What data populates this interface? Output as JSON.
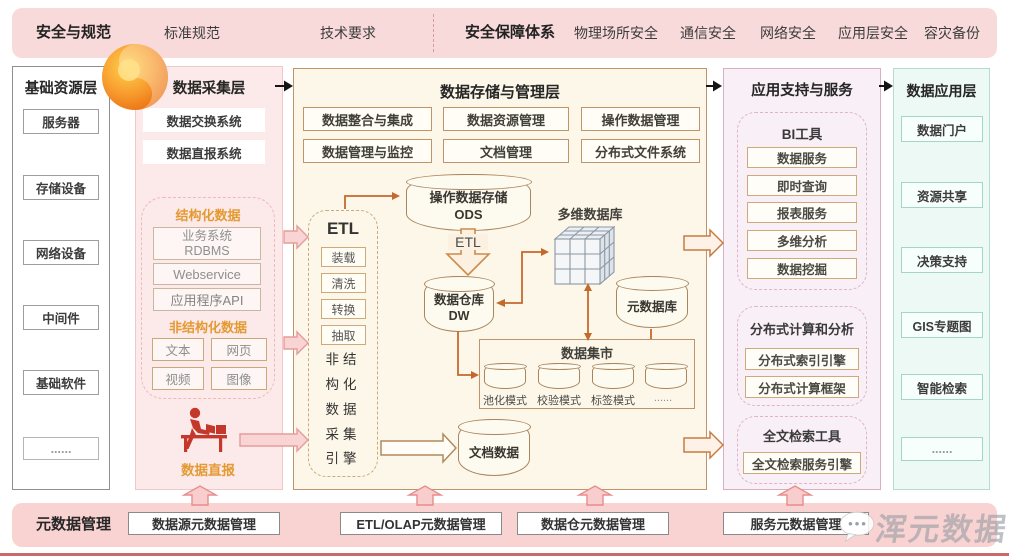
{
  "top_bar": {
    "title": "安全与规范",
    "std": "标准规范",
    "tech": "技术要求",
    "sec_title": "安全保障体系",
    "sec_items": [
      "物理场所安全",
      "通信安全",
      "网络安全",
      "应用层安全",
      "容灾备份"
    ]
  },
  "infra": {
    "title": "基础资源层",
    "items": [
      "服务器",
      "存储设备",
      "网络设备",
      "中间件",
      "基础软件",
      "......"
    ]
  },
  "collect": {
    "title": "数据采集层",
    "systems": [
      "数据交换系统",
      "数据直报系统"
    ],
    "structured": {
      "title": "结构化数据",
      "rdbms_line1": "业务系统",
      "rdbms_line2": "RDBMS",
      "webservice": "Webservice",
      "api": "应用程序API"
    },
    "unstructured": {
      "title": "非结构化数据",
      "items": [
        "文本",
        "网页",
        "视频",
        "图像"
      ]
    },
    "direct_report": "数据直报"
  },
  "storage": {
    "title": "数据存储与管理层",
    "mgmt": [
      "数据整合与集成",
      "数据资源管理",
      "操作数据管理",
      "数据管理与监控",
      "文档管理",
      "分布式文件系统"
    ],
    "etl": {
      "title": "ETL",
      "steps": [
        "装载",
        "清洗",
        "转换",
        "抽取"
      ],
      "engine": [
        "非结",
        "构化",
        "数据",
        "采集",
        "引擎"
      ]
    },
    "ods_line1": "操作数据存储",
    "ods_line2": "ODS",
    "etl_arrow": "ETL",
    "dw_line1": "数据仓库",
    "dw_line2": "DW",
    "multidim": "多维数据库",
    "metadb": "元数据库",
    "mart": {
      "title": "数据集市",
      "modes": [
        "池化模式",
        "校验模式",
        "标签模式",
        "......"
      ]
    },
    "docdata": "文档数据"
  },
  "services": {
    "title": "应用支持与服务",
    "bi": {
      "title": "BI工具",
      "items": [
        "数据服务",
        "即时查询",
        "报表服务",
        "多维分析",
        "数据挖掘"
      ]
    },
    "dist": {
      "title": "分布式计算和分析",
      "items": [
        "分布式索引引擎",
        "分布式计算框架"
      ]
    },
    "fulltext": {
      "title": "全文检索工具",
      "items": [
        "全文检索服务引擎"
      ]
    }
  },
  "apps": {
    "title": "数据应用层",
    "items": [
      "数据门户",
      "资源共享",
      "决策支持",
      "GIS专题图",
      "智能检索",
      "......"
    ]
  },
  "metadata": {
    "title": "元数据管理",
    "items": [
      "数据源元数据管理",
      "ETL/OLAP元数据管理",
      "数据仓元数据管理",
      "服务元数据管理"
    ]
  },
  "watermark": {
    "brand": "浑元数据"
  },
  "colors": {
    "bar_pink": "#f9dada",
    "panel_cream": "#fcf7e9",
    "panel_lavender": "#f9eff7",
    "panel_mint": "#ecf9f4",
    "tan_border": "#bf9468",
    "orange_accent": "#e49a33",
    "logo_orange": "#ef7d1a"
  }
}
